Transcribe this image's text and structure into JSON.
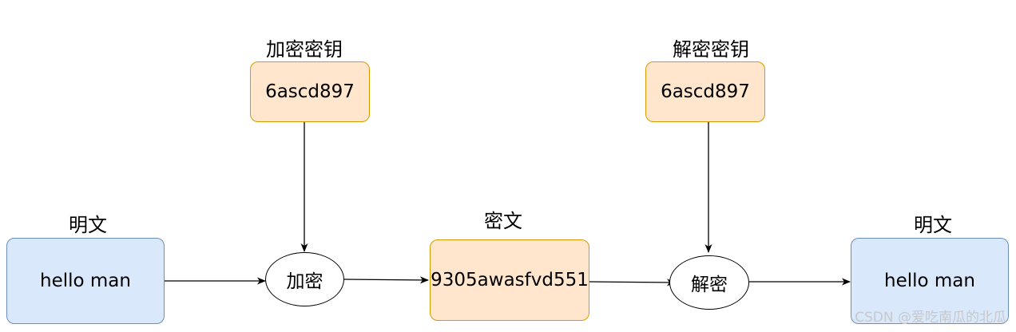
{
  "diagram": {
    "nodes": {
      "plaintext_in": {
        "label": "明文",
        "value": "hello man"
      },
      "encrypt_key": {
        "label": "加密密钥",
        "value": "6ascd897"
      },
      "encrypt": {
        "label": "加密"
      },
      "ciphertext": {
        "label": "密文",
        "value": "9305awasfvd551"
      },
      "decrypt_key": {
        "label": "解密密钥",
        "value": "6ascd897"
      },
      "decrypt": {
        "label": "解密"
      },
      "plaintext_out": {
        "label": "明文",
        "value": "hello man"
      }
    },
    "edges": [
      {
        "from": "plaintext_in",
        "to": "encrypt"
      },
      {
        "from": "encrypt_key",
        "to": "encrypt"
      },
      {
        "from": "encrypt",
        "to": "ciphertext"
      },
      {
        "from": "ciphertext",
        "to": "decrypt"
      },
      {
        "from": "decrypt_key",
        "to": "decrypt"
      },
      {
        "from": "decrypt",
        "to": "plaintext_out"
      }
    ]
  },
  "watermark": "CSDN @爱吃南瓜的北瓜",
  "colors": {
    "blue_fill": "#dae8fc",
    "blue_border": "#6c8ebf",
    "orange_fill": "#ffe6cc",
    "orange_border": "#d79b00"
  }
}
